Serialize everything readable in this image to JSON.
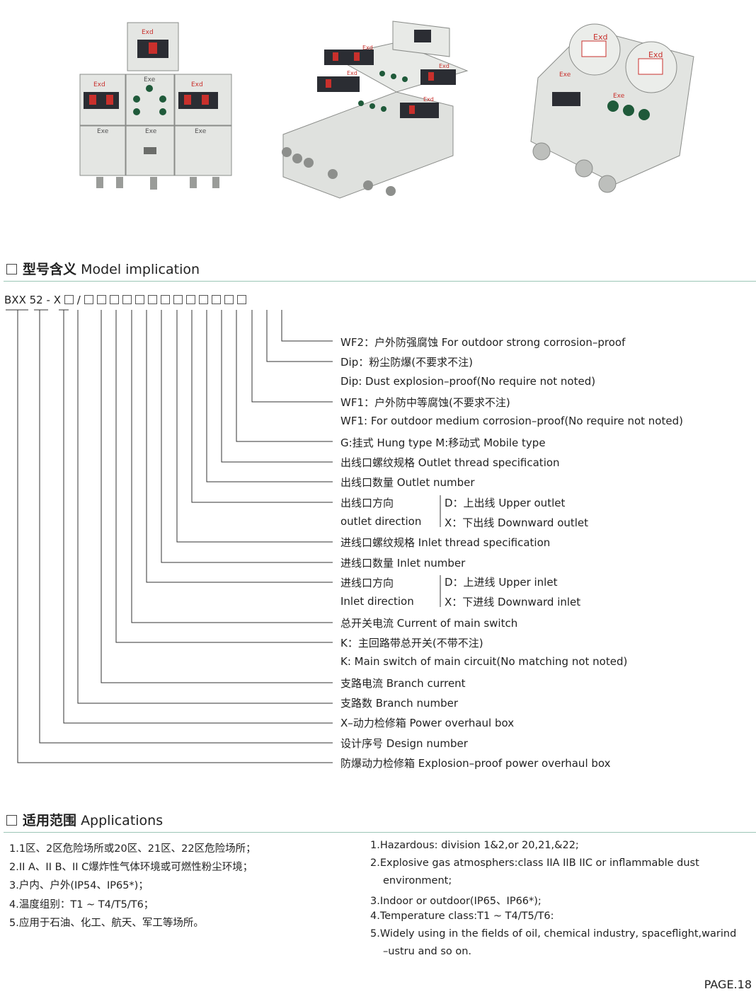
{
  "product_labels": {
    "p1_top": "Exd",
    "p1_left": "Exd",
    "p1_mid": "Exe",
    "p1_right": "Exd",
    "p1_bl": "Exe",
    "p1_bm": "Exe",
    "p1_br": "Exe",
    "p2_a": "Exd",
    "p2_b": "Exd",
    "p2_c": "Exd",
    "p2_d": "Exd",
    "p3_a": "Exd",
    "p3_b": "Exd",
    "p3_c": "Exe",
    "p3_d": "Exe"
  },
  "model_section": {
    "title_cn": "型号含义",
    "title_en": "Model implication"
  },
  "model_code": {
    "prefix": "BXX",
    "design": "52",
    "dash": "-",
    "type": "X",
    "slash": "/"
  },
  "model_items": [
    "WF2：户外防强腐蚀  For outdoor strong corrosion–proof",
    "Dip：粉尘防爆(不要求不注)",
    "Dip: Dust explosion–proof(No require not noted)",
    "WF1：户外防中等腐蚀(不要求不注)",
    "WF1: For outdoor medium corrosion–proof(No require not noted)",
    "G:挂式  Hung type   M:移动式  Mobile type",
    "出线口螺纹规格  Outlet thread specification",
    "出线口数量  Outlet number",
    "出线口方向",
    "outlet direction",
    "进线口螺纹规格  Inlet thread specification",
    "进线口数量  Inlet number",
    "进线口方向",
    "Inlet direction",
    "总开关电流  Current of main switch",
    "K：主回路带总开关(不带不注)",
    "K: Main switch of main circuit(No matching not noted)",
    "支路电流  Branch current",
    "支路数  Branch number",
    "X–动力检修箱  Power overhaul box",
    "设计序号  Design number",
    "防爆动力检修箱  Explosion–proof power overhaul box"
  ],
  "outlet_options": [
    "D：上出线  Upper outlet",
    "X：下出线  Downward outlet"
  ],
  "inlet_options": [
    "D：上进线  Upper inlet",
    "X：下进线  Downward inlet"
  ],
  "applications_section": {
    "title_cn": "适用范围",
    "title_en": "Applications"
  },
  "applications_cn": [
    "1.1区、2区危险场所或20区、21区、22区危险场所；",
    "2.II A、II B、II C爆炸性气体环境或可燃性粉尘环境；",
    "3.户内、户外(IP54、IP65*)；",
    "4.温度组别：T1 ~ T4/T5/T6；",
    "5.应用于石油、化工、航天、军工等场所。"
  ],
  "applications_en": [
    "1.Hazardous: division 1&2,or 20,21,&22;",
    "2.Explosive gas atmosphers:class IIA IIB IIC or inflammable dust",
    "environment;",
    "3.Indoor or outdoor(IP65、IP66*);",
    "4.Temperature class:T1 ~ T4/T5/T6:",
    "5.Widely using in the fields of oil, chemical industry, spaceflight,warind",
    "–ustru and so on."
  ],
  "page": "PAGE.18",
  "colors": {
    "rule": "#9cc6b6",
    "enclosure": "#e4e6e3",
    "lamp": "#1f5a3a",
    "switch_red": "#c9302c"
  }
}
